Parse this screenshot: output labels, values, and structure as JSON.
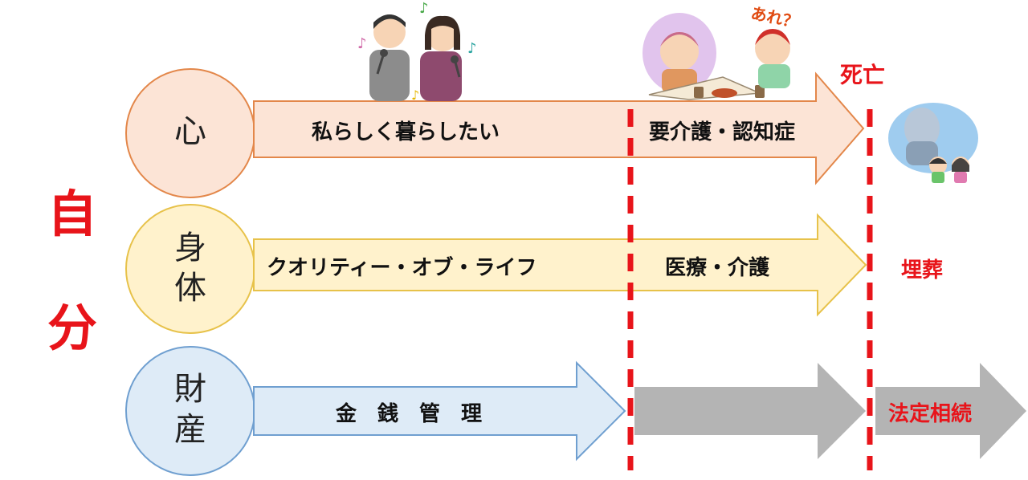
{
  "self_label": [
    "自",
    "分"
  ],
  "rows": [
    {
      "category": "心",
      "phase1": "私らしく暮らしたい",
      "phase2": "要介護・認知症"
    },
    {
      "category": [
        "身",
        "体"
      ],
      "phase1": "クオリティー・オブ・ライフ",
      "phase2": "医療・介護",
      "after_death": "埋葬"
    },
    {
      "category": [
        "財",
        "産"
      ],
      "phase1": "金　銭　管　理",
      "after_death": "法定相続"
    }
  ],
  "death_label": "死亡",
  "icons": [
    "karaoke-couple-illustration",
    "dementia-couple-illustration",
    "memorial-family-illustration"
  ],
  "colors": {
    "accent_red": "#e8141a",
    "heart_fill": "#fce4d6",
    "heart_stroke": "#e3874a",
    "body_fill": "#fff2cc",
    "body_stroke": "#e7c24a",
    "assets_fill": "#deebf7",
    "assets_stroke": "#6f9fd0",
    "gray_arrow": "#b4b4b4"
  }
}
